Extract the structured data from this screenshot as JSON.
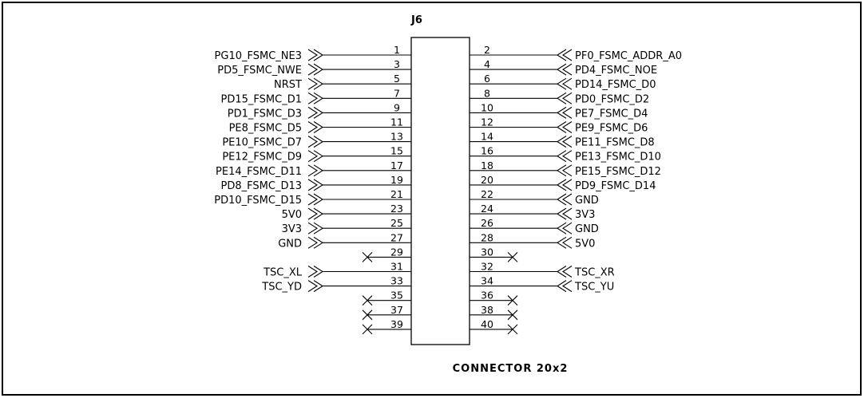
{
  "designator": "J6",
  "part_name": "CONNECTOR 20x2",
  "pins": [
    {
      "num": "1",
      "net": "PG10_FSMC_NE3"
    },
    {
      "num": "2",
      "net": "PF0_FSMC_ADDR_A0"
    },
    {
      "num": "3",
      "net": "PD5_FSMC_NWE"
    },
    {
      "num": "4",
      "net": "PD4_FSMC_NOE"
    },
    {
      "num": "5",
      "net": "NRST"
    },
    {
      "num": "6",
      "net": "PD14_FSMC_D0"
    },
    {
      "num": "7",
      "net": "PD15_FSMC_D1"
    },
    {
      "num": "8",
      "net": "PD0_FSMC_D2"
    },
    {
      "num": "9",
      "net": "PD1_FSMC_D3"
    },
    {
      "num": "10",
      "net": "PE7_FSMC_D4"
    },
    {
      "num": "11",
      "net": "PE8_FSMC_D5"
    },
    {
      "num": "12",
      "net": "PE9_FSMC_D6"
    },
    {
      "num": "13",
      "net": "PE10_FSMC_D7"
    },
    {
      "num": "14",
      "net": "PE11_FSMC_D8"
    },
    {
      "num": "15",
      "net": "PE12_FSMC_D9"
    },
    {
      "num": "16",
      "net": "PE13_FSMC_D10"
    },
    {
      "num": "17",
      "net": "PE14_FSMC_D11"
    },
    {
      "num": "18",
      "net": "PE15_FSMC_D12"
    },
    {
      "num": "19",
      "net": "PD8_FSMC_D13"
    },
    {
      "num": "20",
      "net": "PD9_FSMC_D14"
    },
    {
      "num": "21",
      "net": "PD10_FSMC_D15"
    },
    {
      "num": "22",
      "net": "GND"
    },
    {
      "num": "23",
      "net": "5V0"
    },
    {
      "num": "24",
      "net": "3V3"
    },
    {
      "num": "25",
      "net": "3V3"
    },
    {
      "num": "26",
      "net": "GND"
    },
    {
      "num": "27",
      "net": "GND"
    },
    {
      "num": "28",
      "net": "5V0"
    },
    {
      "num": "29",
      "net": ""
    },
    {
      "num": "30",
      "net": ""
    },
    {
      "num": "31",
      "net": "TSC_XL"
    },
    {
      "num": "32",
      "net": "TSC_XR"
    },
    {
      "num": "33",
      "net": "TSC_YD"
    },
    {
      "num": "34",
      "net": "TSC_YU"
    },
    {
      "num": "35",
      "net": ""
    },
    {
      "num": "36",
      "net": ""
    },
    {
      "num": "37",
      "net": ""
    },
    {
      "num": "38",
      "net": ""
    },
    {
      "num": "39",
      "net": ""
    },
    {
      "num": "40",
      "net": ""
    }
  ]
}
